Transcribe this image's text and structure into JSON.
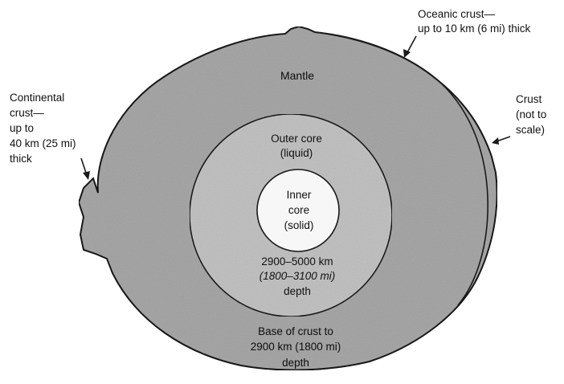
{
  "layers": {
    "mantle": "Mantle",
    "outer_core": [
      "Outer core",
      "(liquid)"
    ],
    "inner_core": [
      "Inner",
      "core",
      "(solid)"
    ],
    "outer_core_depth": [
      "2900–5000 km",
      "(1800–3100 mi)",
      "depth"
    ],
    "mantle_depth": [
      "Base of crust to",
      "2900 km (1800 mi)",
      "depth"
    ]
  },
  "annotations": {
    "oceanic_crust": [
      "Oceanic crust—",
      "up to 10 km (6 mi) thick"
    ],
    "continental_crust": [
      "Continental",
      "crust—",
      "up to",
      "40 km (25 mi)",
      "thick"
    ],
    "crust_note": [
      "Crust",
      "(not to",
      "scale)"
    ]
  },
  "colors": {
    "mantle_fill": "#a9a9a9",
    "outer_core_fill": "#c4c4c4",
    "inner_core_fill": "#f7f7f7",
    "outline": "#1a1a1a"
  }
}
